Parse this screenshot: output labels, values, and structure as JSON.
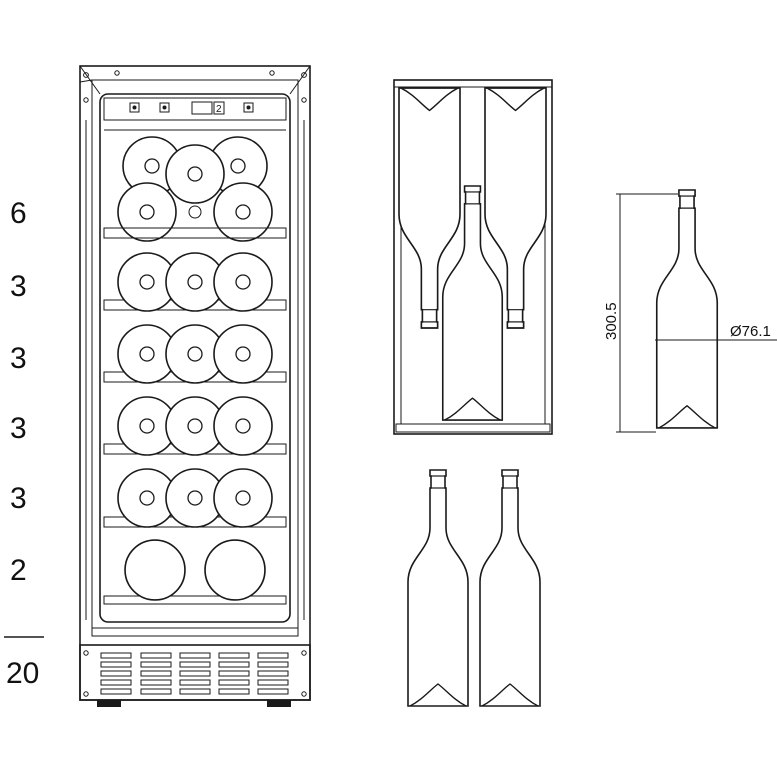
{
  "shelf_counts": [
    "6",
    "3",
    "3",
    "3",
    "3",
    "2"
  ],
  "total_capacity": "20",
  "bottle_dimensions": {
    "height": "300.5",
    "diameter": "Ø76.1"
  },
  "control_panel": {
    "display_value": "2"
  },
  "colors": {
    "line": "#1a1a1a",
    "background": "#ffffff"
  }
}
